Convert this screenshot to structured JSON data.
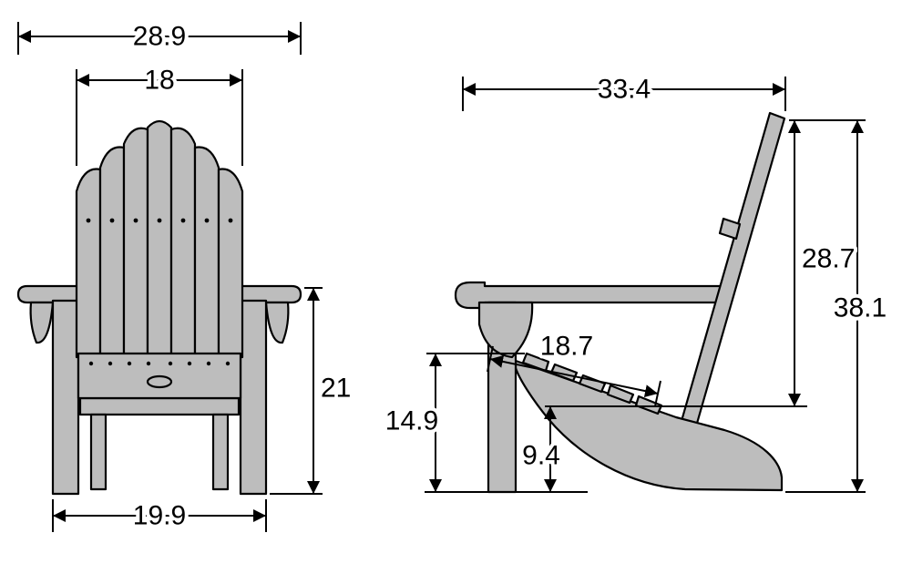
{
  "colors": {
    "wood_fill": "#bdbdbd",
    "outline": "#000000",
    "background": "#ffffff",
    "dimension_text": "#000000"
  },
  "front_view": {
    "overall_width": "28.9",
    "back_width": "18",
    "arm_height": "21",
    "leg_spacing": "19.9"
  },
  "side_view": {
    "overall_depth": "33.4",
    "back_length": "28.7",
    "overall_height": "38.1",
    "seat_depth": "18.7",
    "front_seat_height": "14.9",
    "rear_seat_height": "9.4"
  }
}
